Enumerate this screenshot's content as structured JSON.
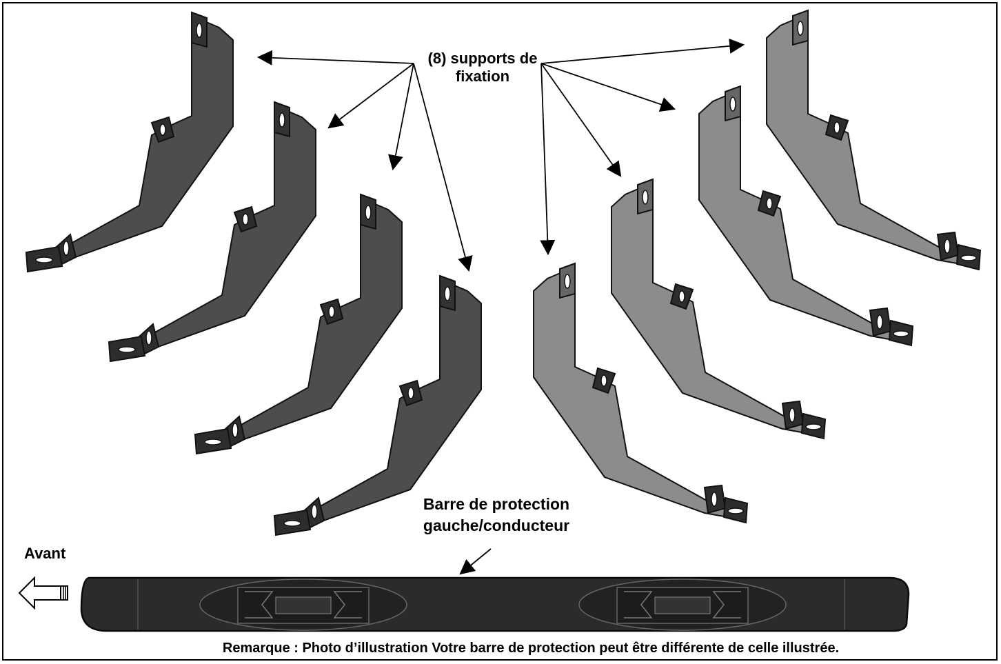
{
  "labels": {
    "supports": [
      "(8) supports de",
      "fixation"
    ],
    "bar": [
      "Barre de protection",
      "gauche/conducteur"
    ],
    "front": "Avant",
    "note": "Remarque : Photo d’illustration Votre barre de protection peut être différente de celle illustrée."
  },
  "parts": {
    "bracket_count": 8
  },
  "colors": {
    "bracket_left": "#4a4a4a",
    "bracket_right": "#8a8a8a",
    "bar": "#2a2a2a",
    "line": "#000000",
    "background": "#ffffff"
  }
}
